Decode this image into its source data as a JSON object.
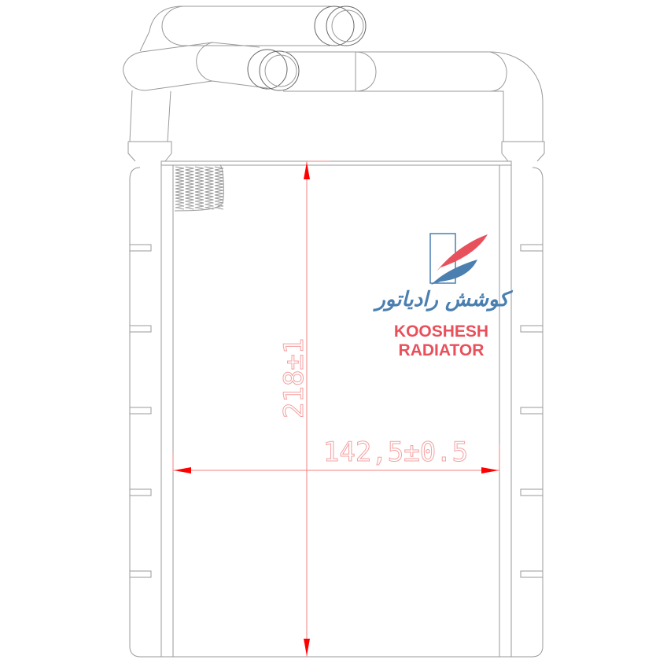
{
  "drawing": {
    "height_dimension": "218±1",
    "width_dimension": "142,5±0.5"
  },
  "logo": {
    "persian_name": "کوشش رادیاتور",
    "line1": "KOOSHESH",
    "line2": "RADIATOR",
    "colors": {
      "red": "#e8505b",
      "blue": "#4a7fb0"
    }
  }
}
